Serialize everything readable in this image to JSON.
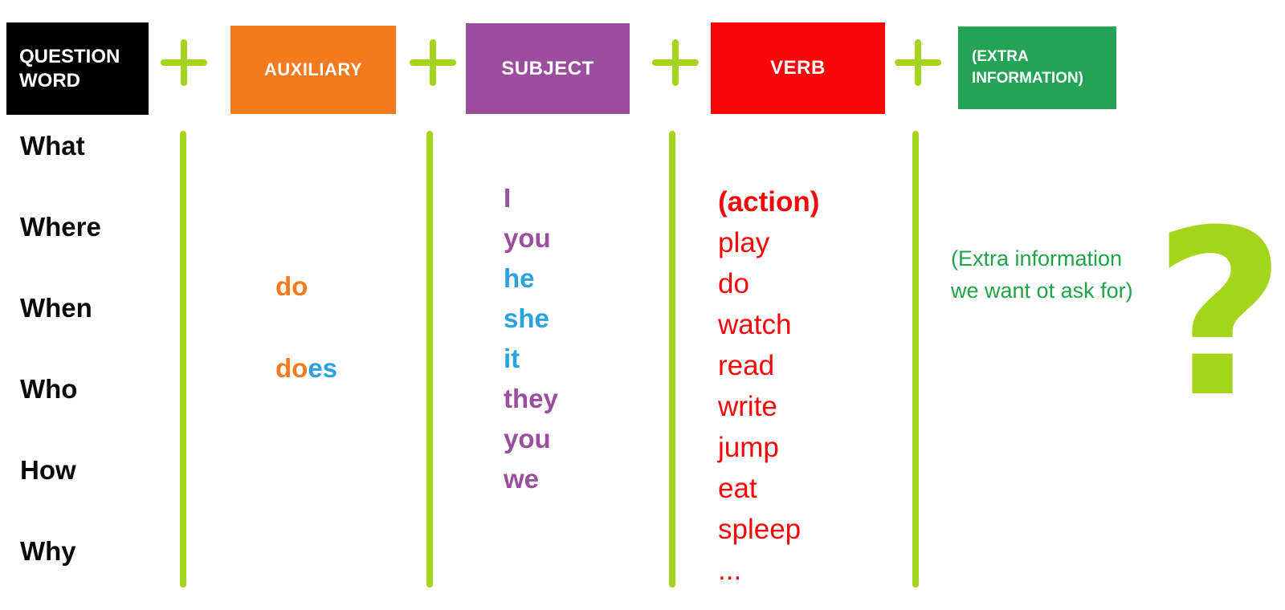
{
  "colors": {
    "chartreuse": "#A5D41C",
    "orange": "#F5791D",
    "purple": "#9C4E9E",
    "red": "#FB0606",
    "green_box": "#23A455",
    "green_text": "#21A347",
    "blue": "#2AA2DF",
    "black": "#000000"
  },
  "header": {
    "plus_sign": "+",
    "boxes": [
      {
        "label": "QUESTION WORD",
        "bg": "#000000"
      },
      {
        "label": "AUXILIARY",
        "bg": "#F5791D"
      },
      {
        "label": "SUBJECT",
        "bg": "#9C4E9E"
      },
      {
        "label": "VERB",
        "bg": "#FB0606"
      },
      {
        "label": "(EXTRA INFORMATION)",
        "bg": "#23A455"
      }
    ]
  },
  "question_words": {
    "items": [
      "What",
      "Where",
      "When",
      "Who",
      "How",
      "Why"
    ]
  },
  "auxiliary": {
    "do": "do",
    "does": {
      "stem": "do",
      "ending": "es"
    }
  },
  "subjects": {
    "items": [
      {
        "text": "I",
        "color": "#9C4E9E"
      },
      {
        "text": "you",
        "color": "#9C4E9E"
      },
      {
        "text": "he",
        "color": "#2AA2DF"
      },
      {
        "text": "she",
        "color": "#2AA2DF"
      },
      {
        "text": "it",
        "color": "#2AA2DF"
      },
      {
        "text": "they",
        "color": "#9C4E9E"
      },
      {
        "text": "you",
        "color": "#9C4E9E"
      },
      {
        "text": "we",
        "color": "#9C4E9E"
      }
    ]
  },
  "verbs": {
    "heading": "(action)",
    "items": [
      "play",
      "do",
      "watch",
      "read",
      "write",
      "jump",
      "eat",
      "spleep",
      "..."
    ]
  },
  "extra_info": {
    "line1": "(Extra information",
    "line2": "we want ot ask for)"
  },
  "question_mark": "?"
}
